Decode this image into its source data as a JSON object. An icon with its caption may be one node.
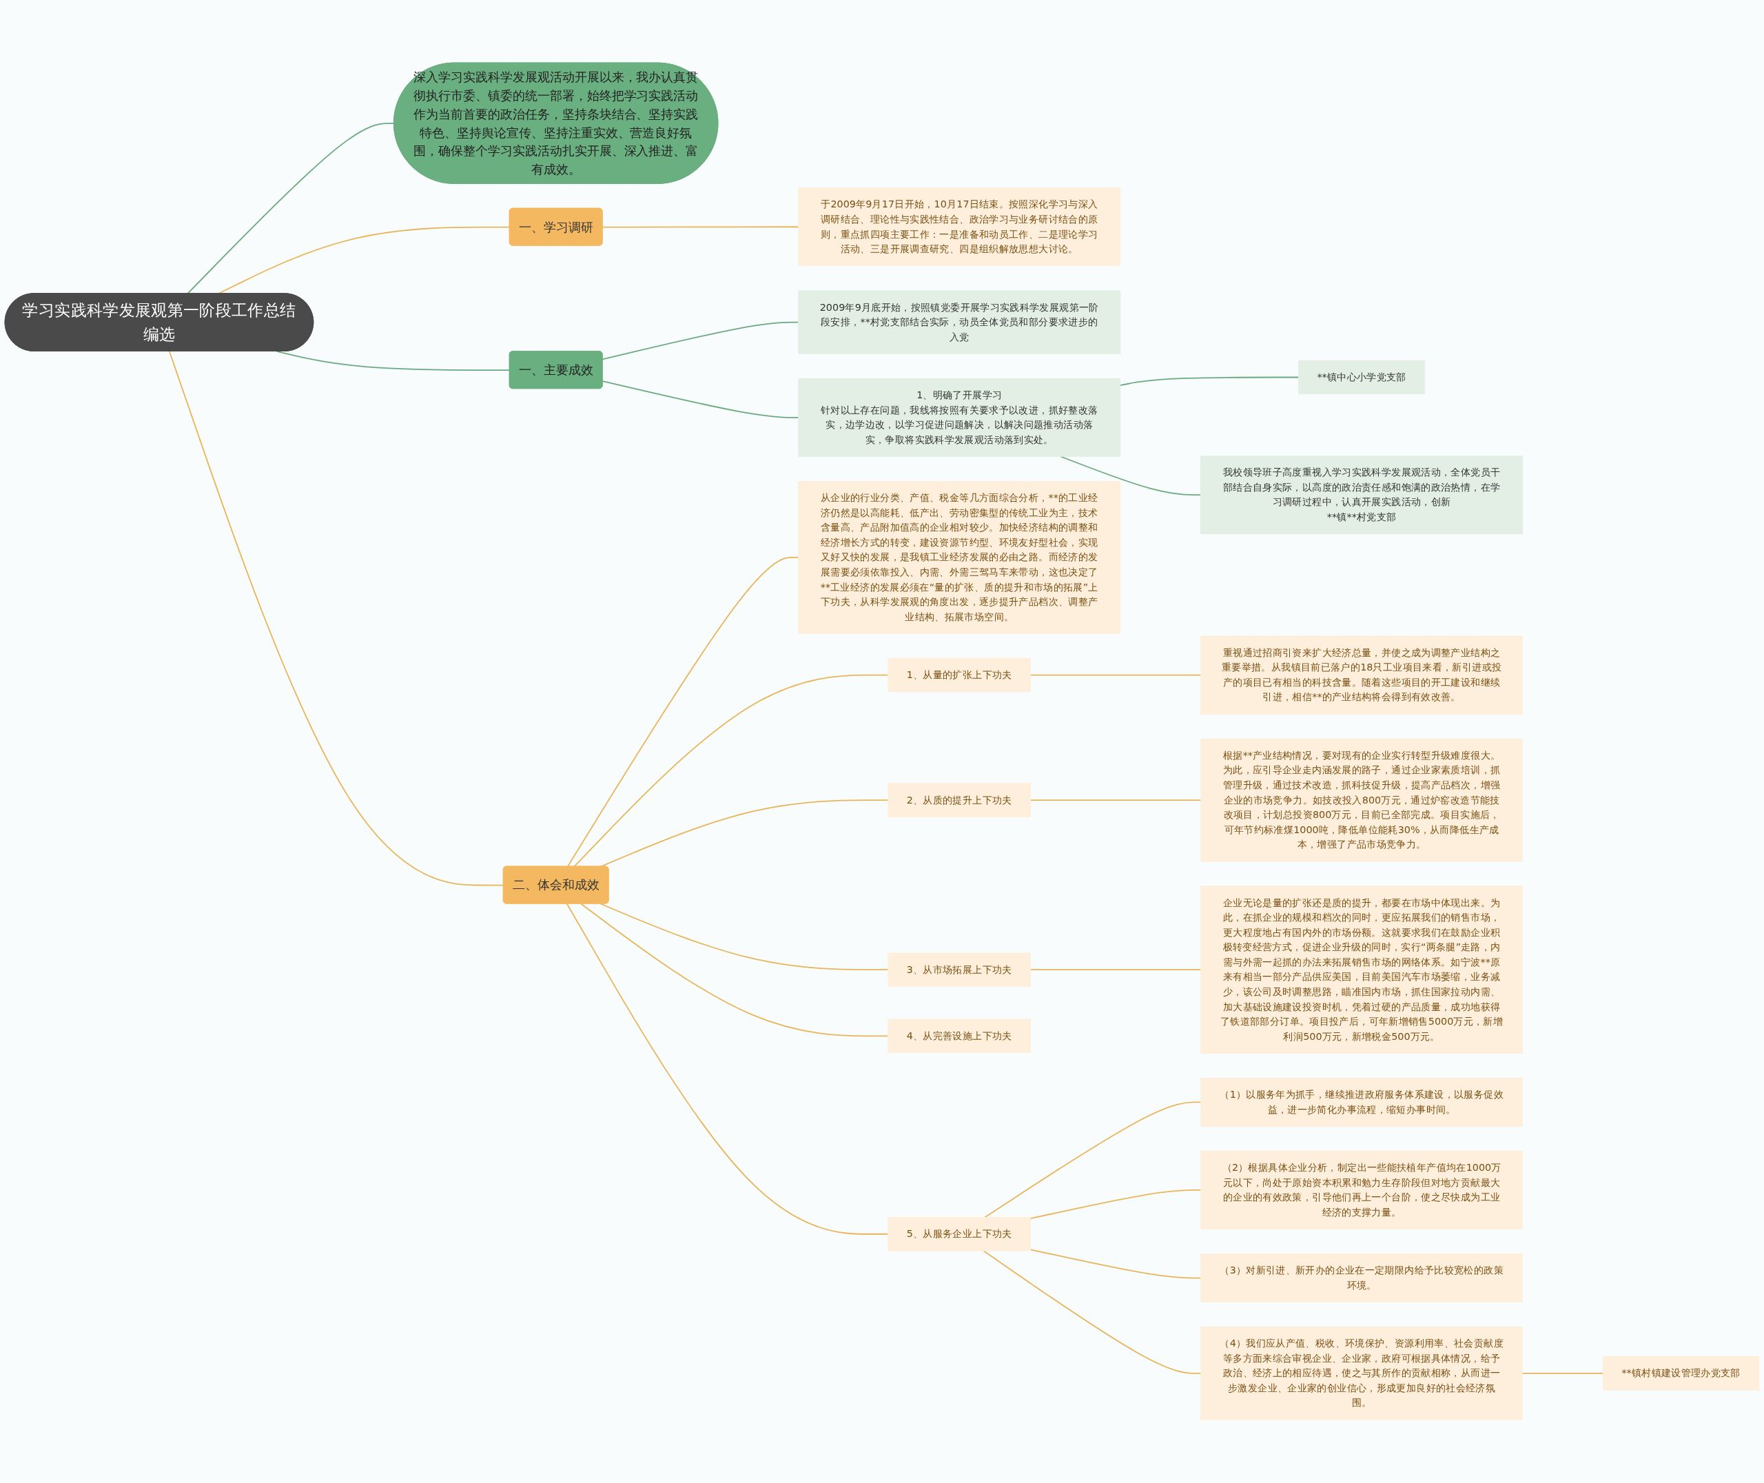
{
  "diagram": {
    "nodes": [
      {
        "text": [
          "学习实践科学发展观第一阶段工作总结编选"
        ]
      },
      {
        "text": [
          "深入学习实践科学发展观活动开展以来，我办认真贯彻执行市委、镇委的统一部署，始终把学习实践活动作为当前首要的政治任务，坚持条块结合、坚持实践特色、坚持舆论宣传、坚持注重实效、营造良好氛围，确保整个学习实践活动扎实开展、深入推进、富有成效。"
        ]
      },
      {
        "text": [
          "一、学习调研"
        ]
      },
      {
        "text": [
          "于2009年9月17日开始，10月17日结束。按照深化学习与深入调研结合、理论性与实践性结合、政治学习与业务研讨结合的原则，重点抓四项主要工作：一是准备和动员工作、二是理论学习活动、三是开展调查研究、四是组织解放思想大讨论。"
        ]
      },
      {
        "text": [
          "一、主要成效"
        ]
      },
      {
        "text": [
          "1、明确了开展学习",
          "针对以上存在问题，我线将按照有关要求予以改进，抓好整改落实，边学边改，以学习促进问题解决，以解决问题推动活动落实，争取将实践科学发展观活动落到实处。"
        ]
      },
      {
        "text": [
          "**镇中心小学党支部"
        ]
      },
      {
        "text": [
          "我校领导班子高度重视入学习实践科学发展观活动，全体党员干部结合自身实际，以高度的政治责任感和饱满的政治热情，在学习调研过程中，认真开展实践活动，创新",
          "**镇**村党支部"
        ]
      },
      {
        "text": [
          "2009年9月底开始，按照镇党委开展学习实践科学发展观第一阶段安排，**村党支部结合实际，动员全体党员和部分要求进步的入党"
        ]
      },
      {
        "text": [
          "二、体会和成效"
        ]
      },
      {
        "text": [
          "从企业的行业分类、产值、税金等几方面综合分析，**的工业经济仍然是以高能耗、低产出、劳动密集型的传统工业为主，技术含量高、产品附加值高的企业相对较少。加快经济结构的调整和经济增长方式的转变，建设资源节约型、环境友好型社会，实现又好又快的发展，是我镇工业经济发展的必由之路。而经济的发展需要必须依靠投入、内需、外需三驾马车来带动，这也决定了**工业经济的发展必须在“量的扩张、质的提升和市场的拓展”上下功夫，从科学发展观的角度出发，逐步提升产品档次、调整产业结构、拓展市场空间。"
        ]
      },
      {
        "text": [
          "1、从量的扩张上下功夫"
        ]
      },
      {
        "text": [
          "重视通过招商引资来扩大经济总量，并使之成为调整产业结构之重要举措。从我镇目前已落户的18只工业项目来看，新引进或投产的项目已有相当的科技含量。随着这些项目的开工建设和继续引进，相信**的产业结构将会得到有效改善。"
        ]
      },
      {
        "text": [
          "2、从质的提升上下功夫"
        ]
      },
      {
        "text": [
          "根据**产业结构情况，要对现有的企业实行转型升级难度很大。为此，应引导企业走内涵发展的路子，通过企业家素质培训，抓管理升级，通过技术改造，抓科技促升级，提高产品档次，增强企业的市场竞争力。如技改投入800万元，通过炉窑改造节能技改项目，计划总投资800万元，目前已全部完成。项目实施后，可年节约标准煤1000吨，降低单位能耗30%，从而降低生产成本，增强了产品市场竞争力。"
        ]
      },
      {
        "text": [
          "3、从市场拓展上下功夫"
        ]
      },
      {
        "text": [
          "企业无论是量的扩张还是质的提升，都要在市场中体现出来。为此，在抓企业的规模和档次的同时，更应拓展我们的销售市场，更大程度地占有国内外的市场份额。这就要求我们在鼓励企业积极转变经营方式，促进企业升级的同时，实行“两条腿”走路，内需与外需一起抓的办法来拓展销售市场的网络体系。如宁波**原来有相当一部分产品供应美国，目前美国汽车市场萎缩，业务减少，该公司及时调整思路，瞄准国内市场，抓住国家拉动内需、加大基础设施建设投资时机，凭着过硬的产品质量，成功地获得了铁道部部分订单。项目投产后，可年新增销售5000万元，新增利润500万元，新增税金500万元。"
        ]
      },
      {
        "text": [
          "4、从完善设施上下功夫"
        ]
      },
      {
        "text": [
          "5、从服务企业上下功夫"
        ]
      },
      {
        "text": [
          "（1）以服务年为抓手，继续推进政府服务体系建设，以服务促效益，进一步简化办事流程，缩短办事时间。"
        ]
      },
      {
        "text": [
          "（2）根据具体企业分析，制定出一些能扶植年产值均在1000万元以下，尚处于原始资本积累和勉力生存阶段但对地方贡献最大的企业的有效政策，引导他们再上一个台阶，使之尽快成为工业经济的支撑力量。"
        ]
      },
      {
        "text": [
          "（3）对新引进、新开办的企业在一定期限内给予比较宽松的政策环境。"
        ]
      },
      {
        "text": [
          "（4）我们应从产值、税收、环境保护、资源利用率、社会贡献度等多方面来综合审视企业、企业家，政府可根据具体情况，给予政治、经济上的相应待遇，使之与其所作的贡献相称，从而进一步激发企业、企业家的创业信心，形成更加良好的社会经济氛围。"
        ]
      },
      {
        "text": [
          "**镇村镇建设管理办党支部"
        ]
      }
    ],
    "edges": [
      {
        "from": 0,
        "to": 1,
        "arrow": "none",
        "color": "#6aaa7e"
      },
      {
        "from": 0,
        "to": 2,
        "arrow": "none"
      },
      {
        "from": 2,
        "to": 3,
        "arrow": "none"
      },
      {
        "from": 0,
        "to": 4,
        "arrow": "none",
        "color": "#6aaa7e"
      },
      {
        "from": 4,
        "to": 5,
        "arrow": "none",
        "color": "#6aaa7e"
      },
      {
        "from": 5,
        "to": 6,
        "arrow": "none",
        "color": "#6aaa7e"
      },
      {
        "from": 5,
        "to": 7,
        "arrow": "none",
        "color": "#6aaa7e"
      },
      {
        "from": 4,
        "to": 8,
        "arrow": "none",
        "color": "#6aaa7e"
      },
      {
        "from": 0,
        "to": 9,
        "arrow": "none"
      },
      {
        "from": 9,
        "to": 10,
        "arrow": "none"
      },
      {
        "from": 9,
        "to": 11,
        "arrow": "none"
      },
      {
        "from": 11,
        "to": 12,
        "arrow": "none"
      },
      {
        "from": 9,
        "to": 13,
        "arrow": "none"
      },
      {
        "from": 13,
        "to": 14,
        "arrow": "none"
      },
      {
        "from": 9,
        "to": 15,
        "arrow": "none"
      },
      {
        "from": 15,
        "to": 16,
        "arrow": "none"
      },
      {
        "from": 9,
        "to": 17,
        "arrow": "none"
      },
      {
        "from": 9,
        "to": 18,
        "arrow": "none"
      },
      {
        "from": 18,
        "to": 19,
        "arrow": "none"
      },
      {
        "from": 18,
        "to": 20,
        "arrow": "none"
      },
      {
        "from": 18,
        "to": 21,
        "arrow": "none"
      },
      {
        "from": 18,
        "to": 22,
        "arrow": "none"
      },
      {
        "from": 22,
        "to": 23,
        "arrow": "none"
      }
    ]
  }
}
